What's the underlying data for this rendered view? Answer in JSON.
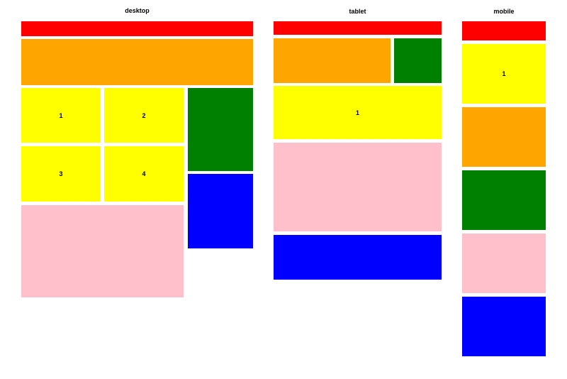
{
  "colors": {
    "header": "#ff0000",
    "nav": "#ffa500",
    "content": "#ffff00",
    "aside": "#008000",
    "main": "#ffc0cb",
    "footer": "#0000ff"
  },
  "layouts": {
    "desktop": {
      "title": "desktop",
      "items": [
        {
          "role": "header",
          "color": "#ff0000"
        },
        {
          "role": "nav",
          "color": "#ffa500"
        },
        {
          "role": "content",
          "color": "#ffff00",
          "label": "1"
        },
        {
          "role": "content",
          "color": "#ffff00",
          "label": "2"
        },
        {
          "role": "content",
          "color": "#ffff00",
          "label": "3"
        },
        {
          "role": "content",
          "color": "#ffff00",
          "label": "4"
        },
        {
          "role": "aside",
          "color": "#008000"
        },
        {
          "role": "footer",
          "color": "#0000ff"
        },
        {
          "role": "main",
          "color": "#ffc0cb"
        }
      ]
    },
    "tablet": {
      "title": "tablet",
      "items": [
        {
          "role": "header",
          "color": "#ff0000"
        },
        {
          "role": "nav",
          "color": "#ffa500"
        },
        {
          "role": "aside",
          "color": "#008000"
        },
        {
          "role": "content",
          "color": "#ffff00",
          "label": "1"
        },
        {
          "role": "main",
          "color": "#ffc0cb"
        },
        {
          "role": "footer",
          "color": "#0000ff"
        }
      ]
    },
    "mobile": {
      "title": "mobile",
      "items": [
        {
          "role": "header",
          "color": "#ff0000"
        },
        {
          "role": "content",
          "color": "#ffff00",
          "label": "1"
        },
        {
          "role": "nav",
          "color": "#ffa500"
        },
        {
          "role": "aside",
          "color": "#008000"
        },
        {
          "role": "main",
          "color": "#ffc0cb"
        },
        {
          "role": "footer",
          "color": "#0000ff"
        }
      ]
    }
  }
}
